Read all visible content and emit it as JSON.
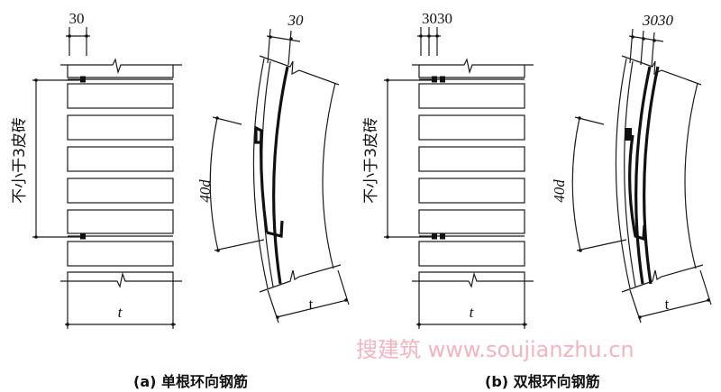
{
  "panels": [
    {
      "id": "a",
      "top_dim": "30",
      "side_label": "不小于3皮砖",
      "anchor_label": "40d",
      "thickness_left": "t",
      "thickness_right": "t",
      "curved_top_dim": "30",
      "bars": 1,
      "caption": "(a) 单根环向钢筋"
    },
    {
      "id": "b",
      "top_dim": "3030",
      "side_label": "不小于3皮砖",
      "anchor_label": "40d",
      "thickness_left": "t",
      "thickness_right": "t",
      "curved_top_dim": "3030",
      "bars": 2,
      "caption": "(b) 双根环向钢筋"
    }
  ],
  "watermark": "搜建筑 www.soujianzhu.cn"
}
